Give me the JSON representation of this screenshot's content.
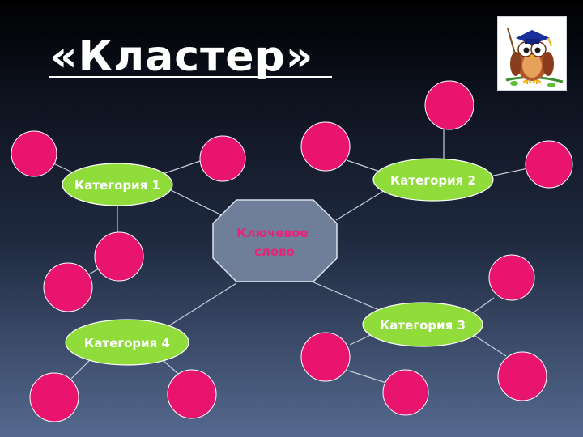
{
  "slide": {
    "title": "«Кластер»"
  },
  "diagram": {
    "keyword_lines": [
      "Ключевое",
      "слово"
    ],
    "categories": [
      {
        "id": "c1",
        "label": "Категория 1"
      },
      {
        "id": "c2",
        "label": "Категория 2"
      },
      {
        "id": "c3",
        "label": "Категория 3"
      },
      {
        "id": "c4",
        "label": "Категория 4"
      }
    ]
  },
  "colors": {
    "category_fill": "#8fdc3a",
    "circle_fill": "#e8146e",
    "keyword_fill": "#6f7e99",
    "connector": "#c7cdd8"
  },
  "icons": {
    "owl": "owl-teacher-icon"
  }
}
